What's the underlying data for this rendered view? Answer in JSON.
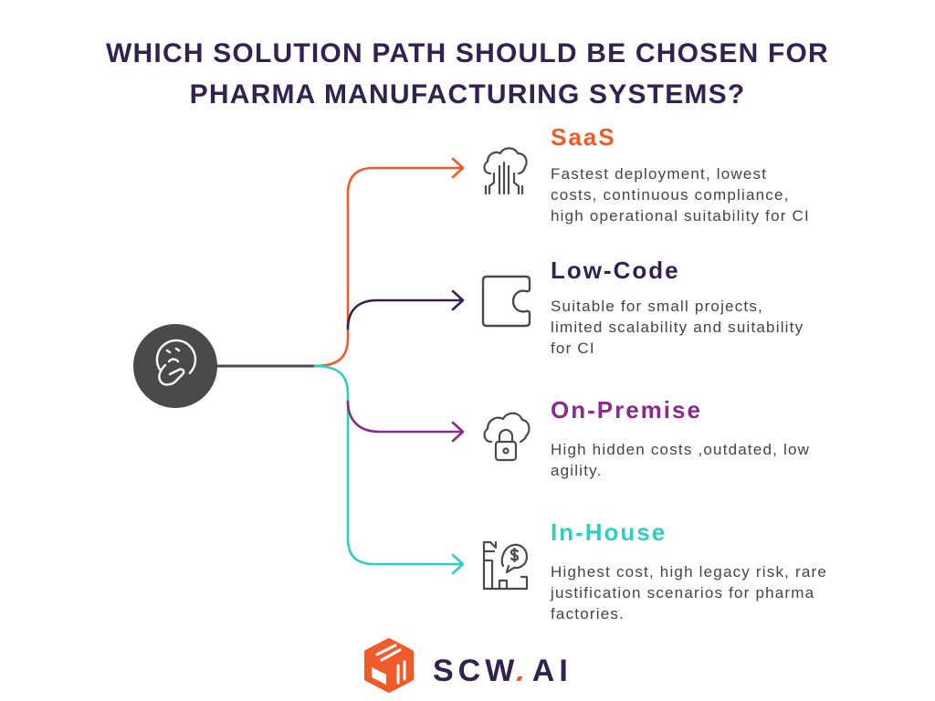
{
  "title": {
    "line1": "WHICH SOLUTION PATH SHOULD BE CHOSEN FOR",
    "line2": "PHARMA MANUFACTURING SYSTEMS?"
  },
  "root": {
    "icon": "thinking-face-icon"
  },
  "options": [
    {
      "title": "SaaS",
      "color": "#f15a29",
      "icon": "cloud-data-icon",
      "description_lines": [
        "Fastest deployment, lowest",
        "costs, continuous compliance,",
        "high operational suitability for CI"
      ]
    },
    {
      "title": "Low-Code",
      "color": "#33214f",
      "icon": "puzzle-piece-icon",
      "description_lines": [
        "Suitable for small projects,",
        "limited scalability and suitability",
        "for CI"
      ]
    },
    {
      "title": "On-Premise",
      "color": "#8b2a8c",
      "icon": "cloud-lock-icon",
      "description_lines": [
        "High hidden costs ,outdated, low",
        "agility."
      ]
    },
    {
      "title": "In-House",
      "color": "#2ecfc2",
      "icon": "building-cost-icon",
      "description_lines": [
        "Highest cost, high legacy risk, rare",
        "justification scenarios for pharma",
        "factories."
      ]
    }
  ],
  "logo": {
    "part1": "SCW",
    "separator": ".",
    "part2": "AI",
    "icon": "box-logo-icon"
  },
  "colors": {
    "title": "#33214f",
    "trunk": "#4a4a4a",
    "description": "#444444",
    "icon_stroke": "#4a4a4a",
    "brand_orange": "#f15a29"
  }
}
